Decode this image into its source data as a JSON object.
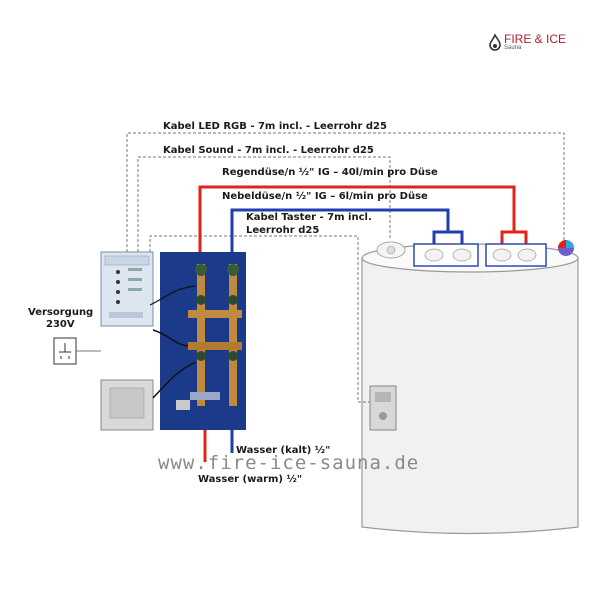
{
  "brand": {
    "name": "FIRE & ICE",
    "sub": "Sauna"
  },
  "labels": {
    "cable_led": "Kabel LED RGB - 7m incl. - Leerrohr d25",
    "cable_sound": "Kabel Sound - 7m incl. - Leerrohr d25",
    "rain_nozzle": "Regendüse/n  ½\" IG – 40l/min pro Düse",
    "mist_nozzle": "Nebeldüse/n  ½\" IG – 6l/min pro Düse",
    "cable_button_1": "Kabel Taster - 7m incl.",
    "cable_button_2": "Leerrohr d25",
    "supply_1": "Versorgung",
    "supply_2": "230V",
    "water_cold": "Wasser (kalt) ½\"",
    "water_warm": "Wasser (warm) ½\""
  },
  "website": "www.fire-ice-sauna.de",
  "colors": {
    "red_line": "#e2231a",
    "blue_line": "#1f3fae",
    "panel": "#1b3a8a",
    "sauna_fill": "#f1f1f1",
    "dashed": "#777777",
    "brand": "#b01e2d"
  }
}
